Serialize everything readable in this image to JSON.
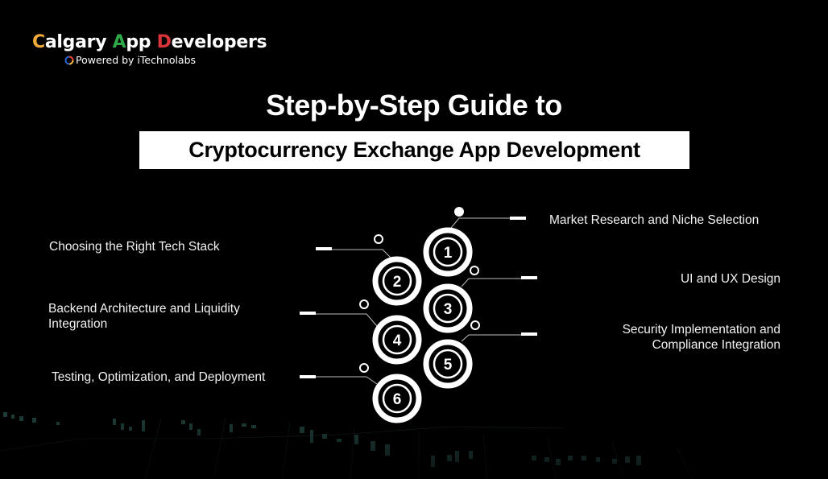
{
  "logo": {
    "part1_accent": "C",
    "part1_rest": "algary ",
    "part2_accent": "A",
    "part2_rest": "pp ",
    "part3_accent": "D",
    "part3_rest": "evelopers",
    "powered_by": "Powered by iTechnolabs",
    "colors": {
      "orange": "#f0a93a",
      "green": "#2fa84a",
      "red": "#d8343a"
    }
  },
  "title": {
    "line1": "Step-by-Step Guide to",
    "line2": "Cryptocurrency Exchange App Development"
  },
  "steps": [
    {
      "number": "1",
      "label": "Market Research and Niche Selection",
      "side": "right"
    },
    {
      "number": "2",
      "label": "Choosing the Right Tech Stack",
      "side": "left"
    },
    {
      "number": "3",
      "label": "UI and UX Design",
      "side": "right"
    },
    {
      "number": "4",
      "label_line1": "Backend Architecture and Liquidity",
      "label_line2": "Integration",
      "side": "left"
    },
    {
      "number": "5",
      "label_line1": "Security Implementation and",
      "label_line2": "Compliance Integration",
      "side": "right"
    },
    {
      "number": "6",
      "label": "Testing, Optimization, and Deployment",
      "side": "left"
    }
  ],
  "colors": {
    "background": "#000000",
    "foreground": "#ffffff",
    "chart_tint": "#2e5a55"
  }
}
